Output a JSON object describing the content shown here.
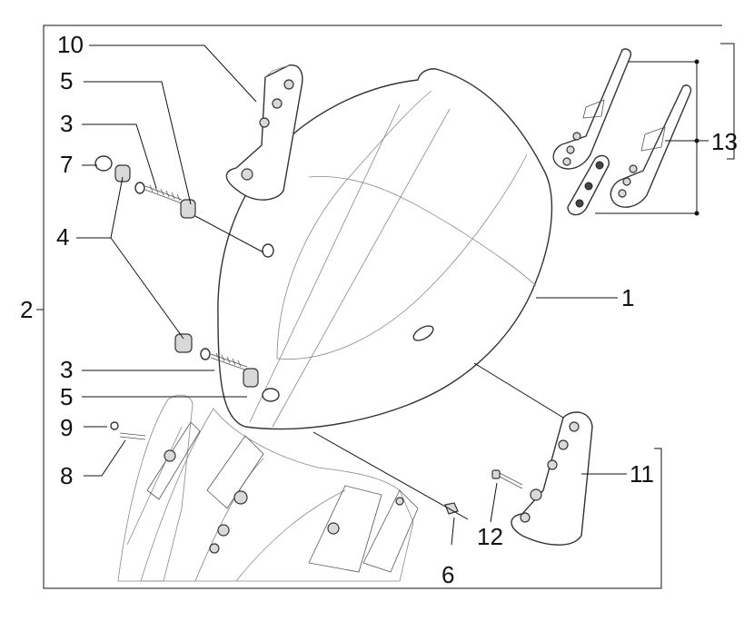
{
  "diagram": {
    "labels": {
      "l1": "1",
      "l2": "2",
      "l3a": "3",
      "l3b": "3",
      "l4": "4",
      "l5a": "5",
      "l5b": "5",
      "l6": "6",
      "l7": "7",
      "l8": "8",
      "l9": "9",
      "l10": "10",
      "l11": "11",
      "l12": "12",
      "l13": "13"
    }
  }
}
